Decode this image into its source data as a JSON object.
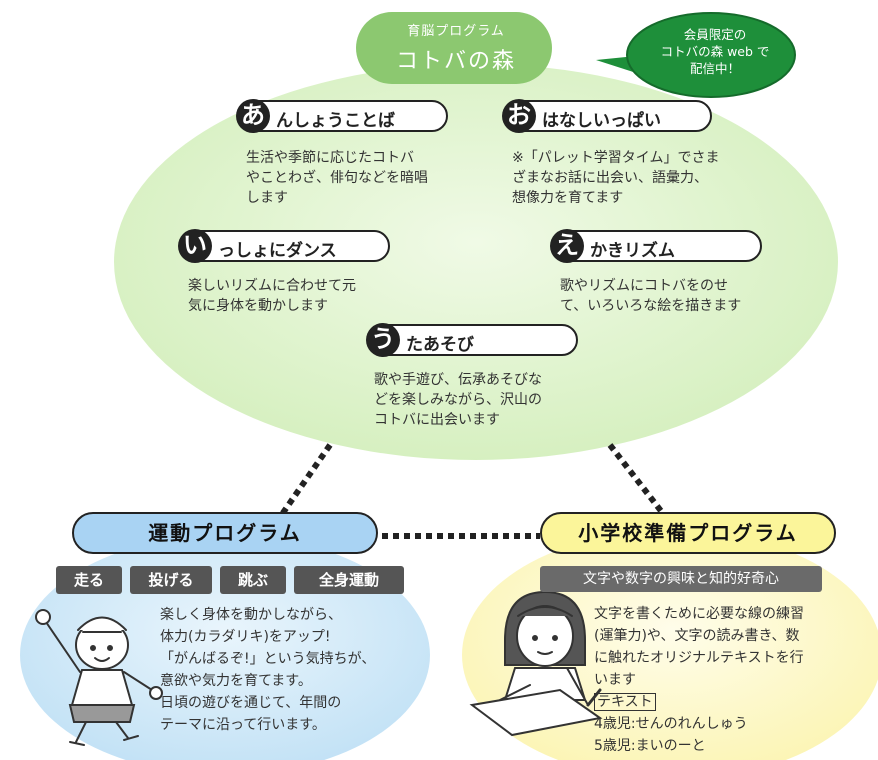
{
  "header": {
    "subtitle": "育脳プログラム",
    "title": "コトバの森"
  },
  "bubble": {
    "line1": "会員限定の",
    "line2": "コトバの森 web で",
    "line3": "配信中！"
  },
  "items": {
    "a": {
      "badge": "あ",
      "label": "んしょうことば",
      "desc": [
        "生活や季節に応じたコトバ",
        "やことわざ、俳句などを暗唱",
        "します"
      ]
    },
    "o": {
      "badge": "お",
      "label": "はなしいっぱい",
      "desc": [
        "※「パレット学習タイム」でさま",
        "ざまなお話に出会い、語彙力、",
        "想像力を育てます"
      ]
    },
    "i": {
      "badge": "い",
      "label": "っしょにダンス",
      "desc": [
        "楽しいリズムに合わせて元",
        "気に身体を動かします"
      ]
    },
    "e": {
      "badge": "え",
      "label": "かきリズム",
      "desc": [
        "歌やリズムにコトバをのせ",
        "て、いろいろな絵を描きます"
      ]
    },
    "u": {
      "badge": "う",
      "label": "たあそび",
      "desc": [
        "歌や手遊び、伝承あそびな",
        "どを楽しみながら、沢山の",
        "コトバに出会います"
      ]
    }
  },
  "exercise": {
    "title": "運動プログラム",
    "tags": [
      "走る",
      "投げる",
      "跳ぶ",
      "全身運動"
    ],
    "desc": [
      "楽しく身体を動かしながら、",
      "体力(カラダリキ)をアップ!",
      "「がんばるぞ!」という気持ちが、",
      "意欲や気力を育てます。",
      "日頃の遊びを通じて、年間の",
      "テーマに沿って行います。"
    ],
    "colors": {
      "title_bg": "#a9d3f3",
      "area_bg": "#d4ebf8"
    }
  },
  "school": {
    "title": "小学校準備プログラム",
    "banner": "文字や数字の興味と知的好奇心",
    "desc": [
      "文字を書くために必要な線の練習",
      "(運筆力)や、文字の読み書き、数",
      "に触れたオリジナルテキストを行",
      "います"
    ],
    "text_label": "テキスト",
    "texts": [
      "4歳児:せんのれんしゅう",
      "5歳児:まいのーと"
    ],
    "colors": {
      "title_bg": "#fbf59a",
      "area_bg": "#fdfbd2"
    }
  },
  "colors": {
    "ellipse": "#dff3cf",
    "header_pill": "#8cc870",
    "bubble": "#1e8f3a",
    "badge": "#222222"
  }
}
